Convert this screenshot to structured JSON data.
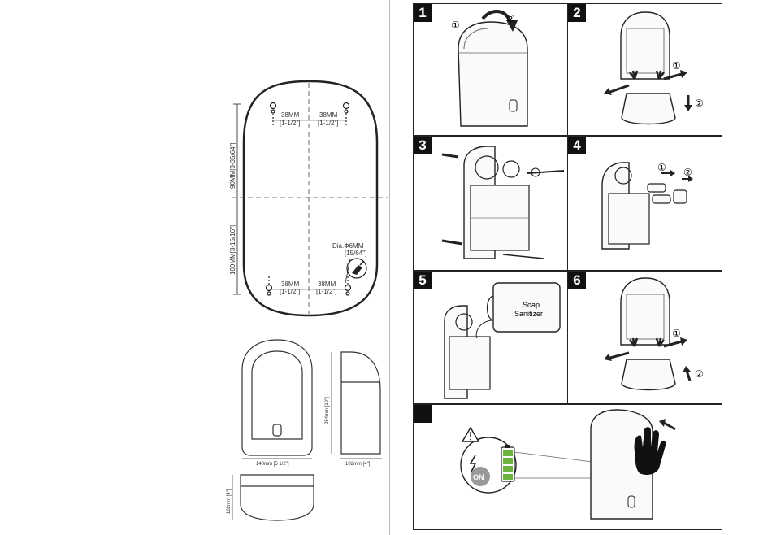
{
  "template": {
    "spacing_top": "38MM",
    "spacing_top_inch": "[1-1/2\"]",
    "spacing_bottom": "38MM",
    "spacing_bottom_inch": "[1-1/2\"]",
    "upper_height": "90MM[3-35/64\"]",
    "lower_height": "100MM[3-15/16\"]",
    "drill_label": "Dia.Φ6MM",
    "drill_inch": "[15/64\"]"
  },
  "dimensions": {
    "width": "140mm [5 1/2\"]",
    "height": "254mm [10\"]",
    "depth": "102mm [4\"]",
    "top_depth": "102mm [4\"]"
  },
  "steps": [
    {
      "number": "1",
      "callouts": [
        "①",
        "②"
      ]
    },
    {
      "number": "2",
      "callouts": [
        "①",
        "②"
      ]
    },
    {
      "number": "3",
      "callouts": []
    },
    {
      "number": "4",
      "callouts": [
        "①",
        "②"
      ]
    },
    {
      "number": "5",
      "callouts": [],
      "refill_label_1": "Soap",
      "refill_label_2": "Sanitizer"
    },
    {
      "number": "6",
      "callouts": [
        "①",
        "②"
      ]
    },
    {
      "number": "",
      "callouts": [],
      "power_label": "ON"
    }
  ],
  "colors": {
    "battery_green": "#6cb33f",
    "line": "#222222",
    "step_badge": "#111111"
  },
  "icons": [
    "warning-triangle-icon",
    "lightning-icon",
    "battery-icon",
    "hand-icon",
    "screwdriver-icon",
    "arrow-icon"
  ]
}
